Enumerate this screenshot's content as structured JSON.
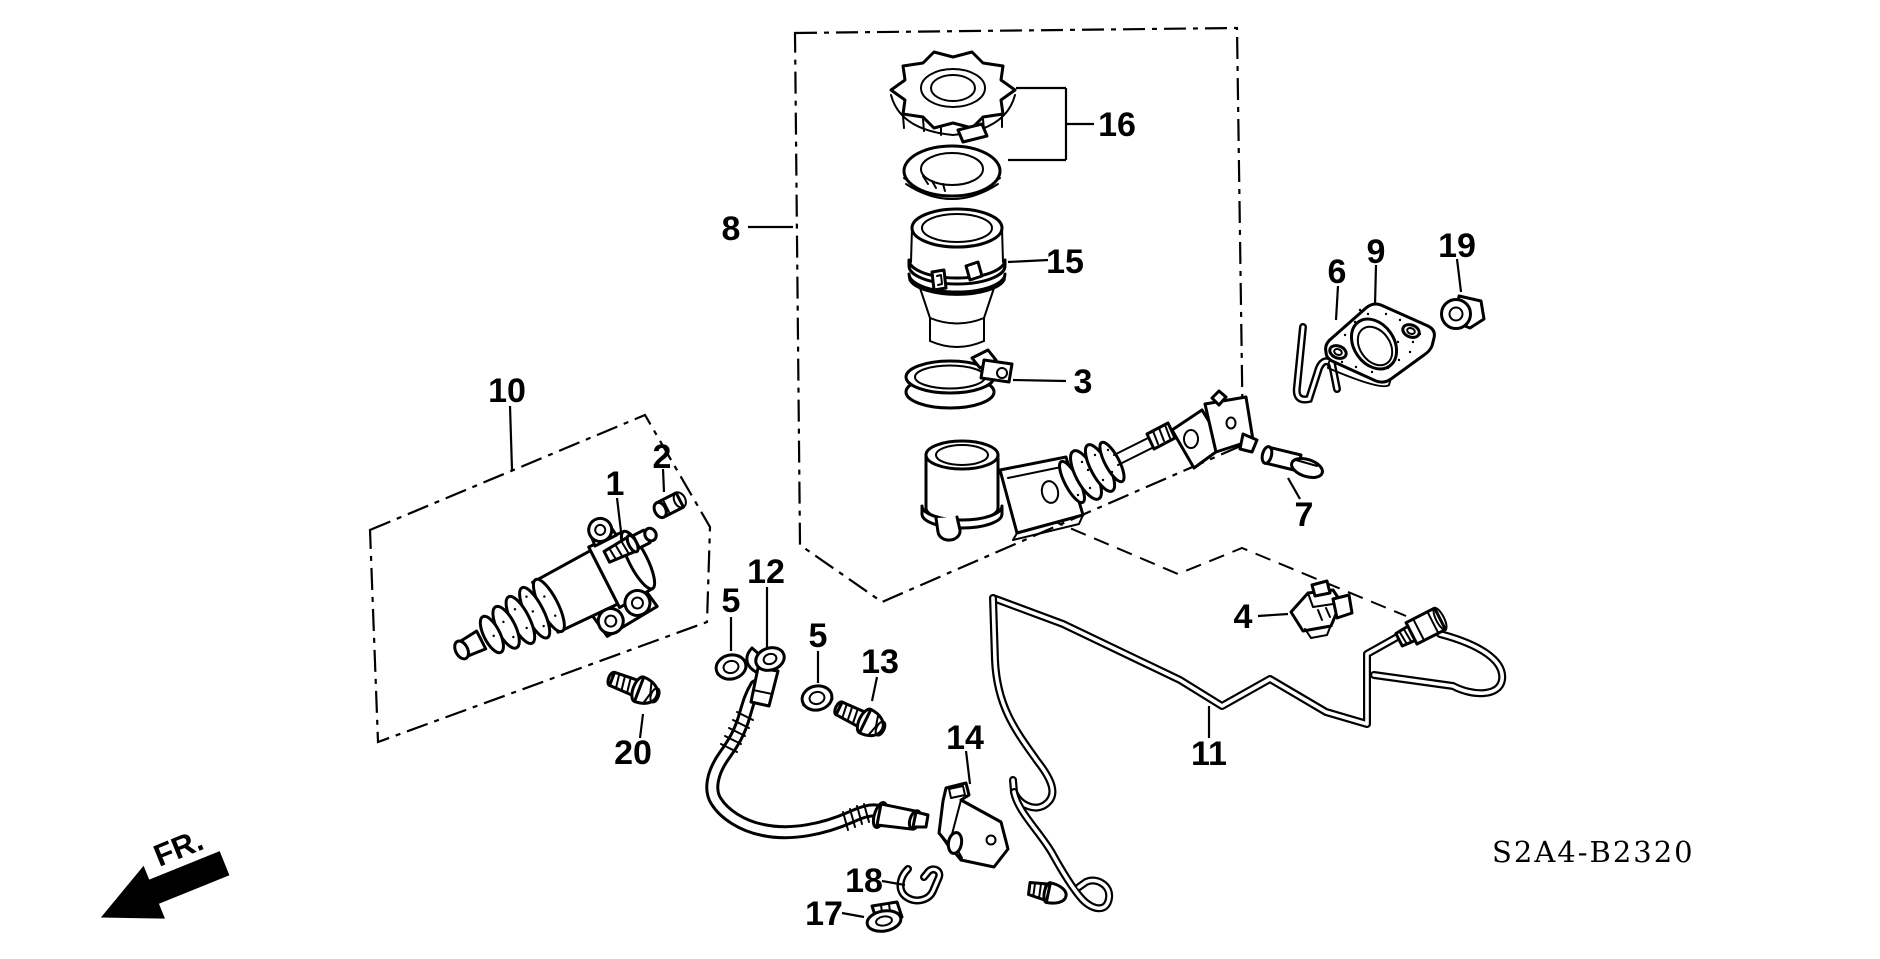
{
  "diagram": {
    "callouts": {
      "n1": "1",
      "n2": "2",
      "n3": "3",
      "n4": "4",
      "n5a": "5",
      "n5b": "5",
      "n6": "6",
      "n7": "7",
      "n8": "8",
      "n9": "9",
      "n10": "10",
      "n11": "11",
      "n12": "12",
      "n13": "13",
      "n14": "14",
      "n15": "15",
      "n16": "16",
      "n17": "17",
      "n18": "18",
      "n19": "19",
      "n20": "20"
    },
    "drawing_code": "S2A4-B2320",
    "front_marker": "FR.",
    "colors": {
      "line": "#000000",
      "background": "#ffffff"
    }
  }
}
